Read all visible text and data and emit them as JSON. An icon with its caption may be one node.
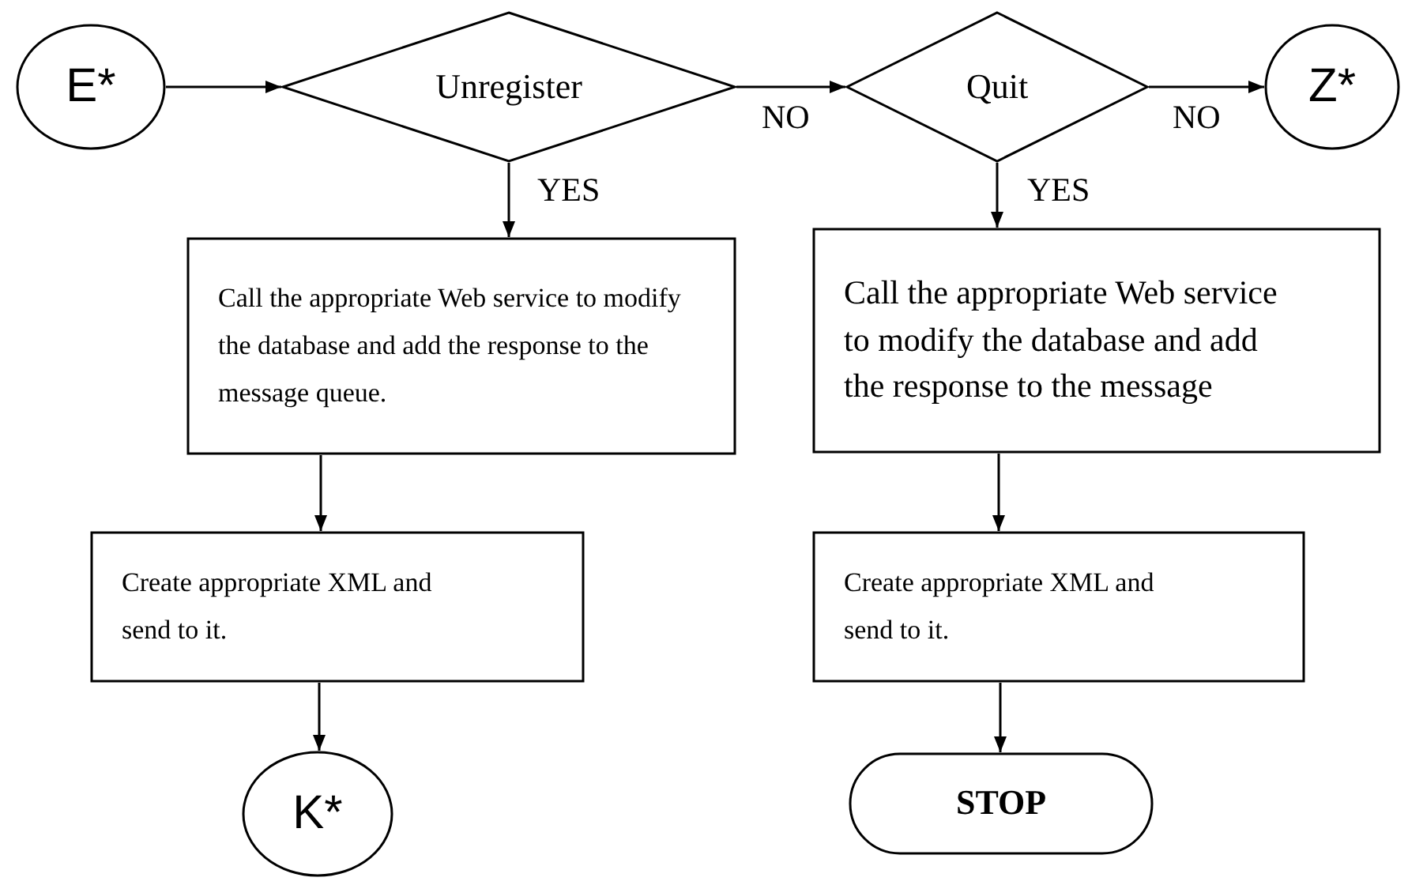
{
  "diagram": {
    "nodes": [
      {
        "text": [
          "E*"
        ]
      },
      {
        "text": [
          "Unregister"
        ]
      },
      {
        "text": [
          "Quit"
        ]
      },
      {
        "text": [
          "Z*"
        ]
      },
      {
        "text": [
          "Call the appropriate Web service to modify the database and add the response to the message queue."
        ]
      },
      {
        "text": [
          "Call the appropriate Web service to modify the database and add the response to the message"
        ]
      },
      {
        "text": [
          "Create appropriate XML and send to it."
        ]
      },
      {
        "text": [
          "Create appropriate XML and send to it."
        ]
      },
      {
        "text": [
          "K*"
        ]
      },
      {
        "text": [
          "STOP"
        ]
      }
    ],
    "edges": [
      {
        "from": 0,
        "to": 1,
        "arrow": "to"
      },
      {
        "from": 1,
        "to": 2,
        "arrow": "to",
        "label": "NO"
      },
      {
        "from": 2,
        "to": 3,
        "arrow": "to",
        "label": "NO"
      },
      {
        "from": 1,
        "to": 4,
        "arrow": "to",
        "label": "YES"
      },
      {
        "from": 2,
        "to": 5,
        "arrow": "to",
        "label": "YES"
      },
      {
        "from": 4,
        "to": 6,
        "arrow": "to"
      },
      {
        "from": 5,
        "to": 7,
        "arrow": "to"
      },
      {
        "from": 6,
        "to": 8,
        "arrow": "to"
      },
      {
        "from": 7,
        "to": 9,
        "arrow": "to"
      }
    ]
  }
}
